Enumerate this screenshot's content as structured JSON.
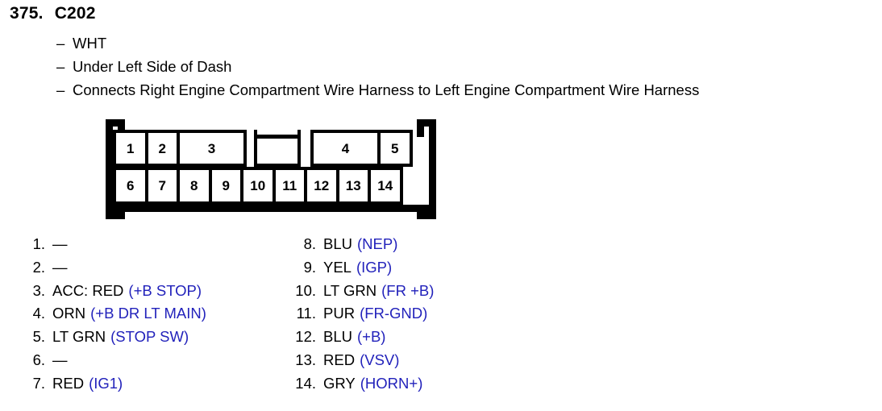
{
  "header": {
    "number": "375.",
    "connector_id": "C202",
    "details": [
      "WHT",
      "Under Left Side of Dash",
      "Connects Right Engine Compartment Wire Harness to Left Engine Compartment Wire Harness"
    ],
    "bullet_dash": "–"
  },
  "connector": {
    "top_row": [
      {
        "label": "1",
        "span": 1
      },
      {
        "label": "2",
        "span": 1
      },
      {
        "label": "3",
        "span": 2
      },
      {
        "label": "",
        "span": 2,
        "gap": true
      },
      {
        "label": "4",
        "span": 2
      },
      {
        "label": "5",
        "span": 1
      }
    ],
    "bottom_row": [
      {
        "label": "6",
        "span": 1
      },
      {
        "label": "7",
        "span": 1
      },
      {
        "label": "8",
        "span": 1
      },
      {
        "label": "9",
        "span": 1
      },
      {
        "label": "10",
        "span": 1
      },
      {
        "label": "11",
        "span": 1
      },
      {
        "label": "12",
        "span": 1
      },
      {
        "label": "13",
        "span": 1
      },
      {
        "label": "14",
        "span": 1
      }
    ]
  },
  "pin_list": {
    "empty_marker": "—",
    "code_color": "#2222bb",
    "left_column": [
      {
        "num": "1.",
        "wire": "—",
        "code": ""
      },
      {
        "num": "2.",
        "wire": "—",
        "code": ""
      },
      {
        "num": "3.",
        "wire": "ACC: RED",
        "code": "(+B STOP)"
      },
      {
        "num": "4.",
        "wire": "ORN",
        "code": "(+B DR LT MAIN)"
      },
      {
        "num": "5.",
        "wire": "LT GRN",
        "code": "(STOP SW)"
      },
      {
        "num": "6.",
        "wire": "—",
        "code": ""
      },
      {
        "num": "7.",
        "wire": "RED",
        "code": "(IG1)"
      }
    ],
    "right_column": [
      {
        "num": "8.",
        "wire": "BLU",
        "code": "(NEP)"
      },
      {
        "num": "9.",
        "wire": "YEL",
        "code": "(IGP)"
      },
      {
        "num": "10.",
        "wire": "LT GRN",
        "code": "(FR +B)"
      },
      {
        "num": "11.",
        "wire": "PUR",
        "code": "(FR-GND)"
      },
      {
        "num": "12.",
        "wire": "BLU",
        "code": "(+B)"
      },
      {
        "num": "13.",
        "wire": "RED",
        "code": "(VSV)"
      },
      {
        "num": "14.",
        "wire": "GRY",
        "code": "(HORN+)"
      }
    ]
  }
}
